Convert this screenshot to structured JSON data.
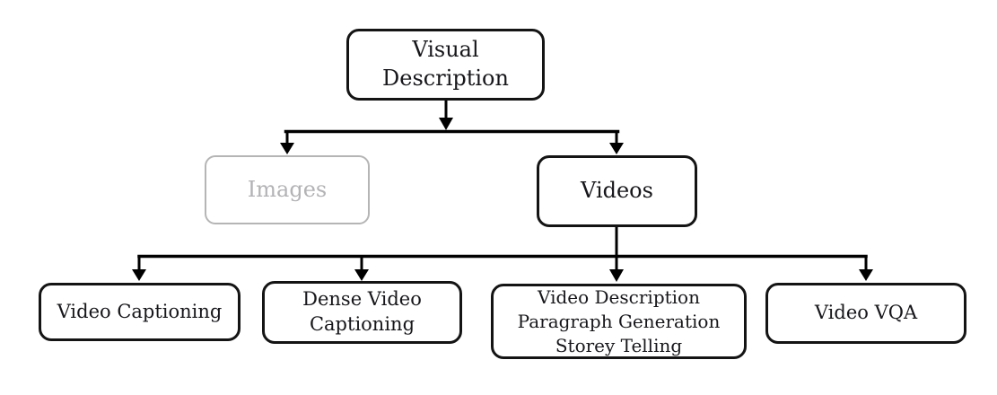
{
  "colors": {
    "line": "#000000",
    "node_border": "#141414",
    "node_text": "#17171b",
    "disabled_border": "#b5b5b5",
    "disabled_text": "#b3b3b6",
    "background": "#ffffff"
  },
  "nodes": {
    "root": {
      "label": "Visual\nDescription"
    },
    "images": {
      "label": "Images",
      "state": "disabled"
    },
    "videos": {
      "label": "Videos"
    },
    "leaves": [
      {
        "label": "Video Captioning"
      },
      {
        "label": "Dense Video\nCaptioning"
      },
      {
        "label": "Video Description\nParagraph Generation\nStorey Telling"
      },
      {
        "label": "Video VQA"
      }
    ]
  }
}
